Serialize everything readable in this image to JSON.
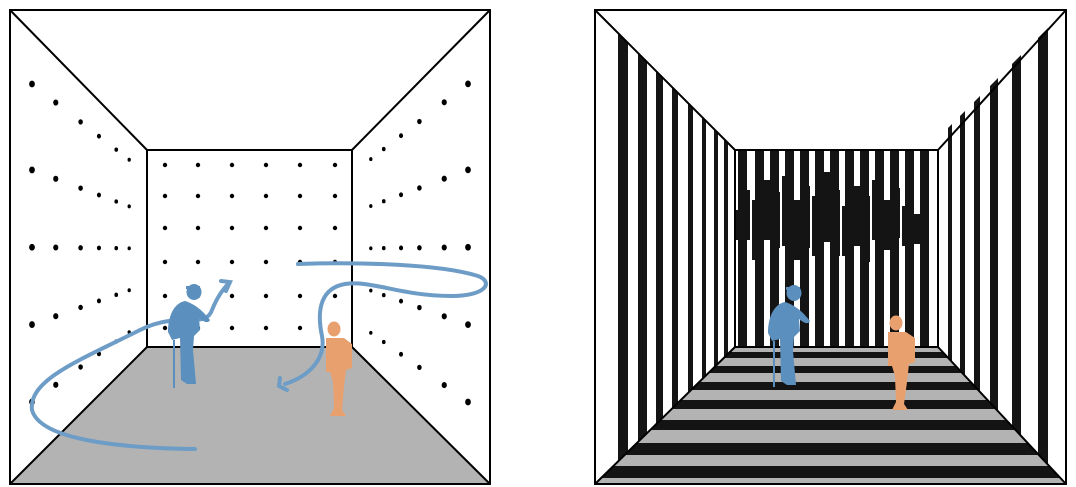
{
  "colors": {
    "outline": "#000000",
    "wall": "#ffffff",
    "floor": "#b3b3b3",
    "dot": "#000000",
    "stripe": "#141414",
    "person_blue": "#5b8fbe",
    "person_orange": "#e9a06f",
    "path_arrow": "#6d9cc6",
    "watermark": "#eeeeee"
  },
  "panels": [
    {
      "id": "dotted-room",
      "walls": "dot-pattern",
      "floor": "plain-grey",
      "figures": [
        "elderly-person-with-cane",
        "child-with-backpack"
      ],
      "movement_paths": 2
    },
    {
      "id": "striped-room",
      "walls": "vertical-stripe-pattern",
      "floor": "horizontal-stripe-pattern",
      "figures": [
        "elderly-person-with-cane",
        "child-with-backpack"
      ],
      "movement_paths": 0
    }
  ]
}
